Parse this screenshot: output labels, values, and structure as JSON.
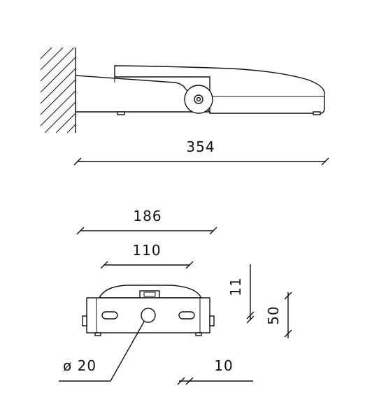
{
  "dimensions": {
    "total_length": "354",
    "width_outer": "186",
    "width_inner": "110",
    "height_small": "11",
    "height_total": "50",
    "diameter": "ø 20",
    "offset": "10"
  }
}
